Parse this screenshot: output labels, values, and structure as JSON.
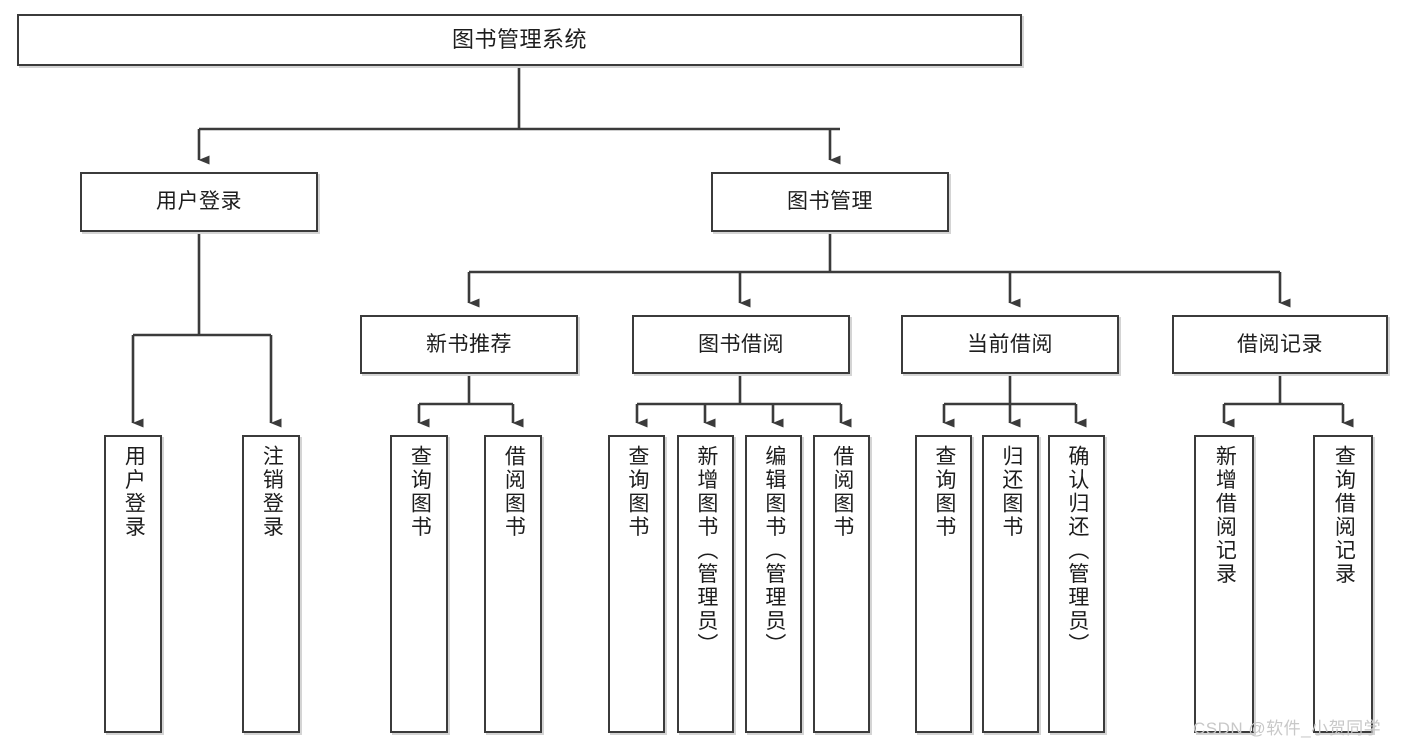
{
  "diagram": {
    "type": "tree-hierarchy-chart",
    "title": "图书管理系统",
    "line_color": "#3b3b3b",
    "box_border_color": "#3b3b3b",
    "box_fill_color": "#ffffff",
    "text_color": "#1d1d1d",
    "watermark": "CSDN @软件_小贺同学",
    "watermark_color": "#c8c8c8",
    "nodes": {
      "root": {
        "label": "图书管理系统",
        "level": 0
      },
      "user_login": {
        "label": "用户登录",
        "level": 1
      },
      "book_manage": {
        "label": "图书管理",
        "level": 1
      },
      "new_book_rec": {
        "label": "新书推荐",
        "level": 2
      },
      "book_borrow": {
        "label": "图书借阅",
        "level": 2
      },
      "current_borrow": {
        "label": "当前借阅",
        "level": 2
      },
      "borrow_record": {
        "label": "借阅记录",
        "level": 2
      },
      "leaf_user_login": {
        "label": "用户登录",
        "level": 3,
        "parent": "用户登录"
      },
      "leaf_logout": {
        "label": "注销登录",
        "level": 3,
        "parent": "用户登录"
      },
      "leaf_query_book_1": {
        "label": "查询图书",
        "level": 3,
        "parent": "新书推荐"
      },
      "leaf_borrow_book_1": {
        "label": "借阅图书",
        "level": 3,
        "parent": "新书推荐"
      },
      "leaf_query_book_2": {
        "label": "查询图书",
        "level": 3,
        "parent": "图书借阅"
      },
      "leaf_add_book": {
        "label": "新增图书（管理员）",
        "level": 3,
        "parent": "图书借阅"
      },
      "leaf_edit_book": {
        "label": "编辑图书（管理员）",
        "level": 3,
        "parent": "图书借阅"
      },
      "leaf_borrow_book_2": {
        "label": "借阅图书",
        "level": 3,
        "parent": "图书借阅"
      },
      "leaf_query_book_3": {
        "label": "查询图书",
        "level": 3,
        "parent": "当前借阅"
      },
      "leaf_return_book": {
        "label": "归还图书",
        "level": 3,
        "parent": "当前借阅"
      },
      "leaf_confirm_return": {
        "label": "确认归还（管理员）",
        "level": 3,
        "parent": "当前借阅"
      },
      "leaf_add_record": {
        "label": "新增借阅记录",
        "level": 3,
        "parent": "借阅记录"
      },
      "leaf_query_record": {
        "label": "查询借阅记录",
        "level": 3,
        "parent": "借阅记录"
      }
    }
  }
}
